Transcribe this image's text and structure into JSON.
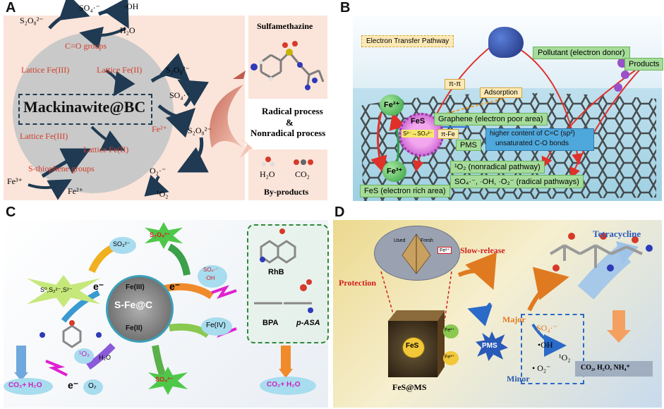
{
  "letters": {
    "a": "A",
    "b": "B",
    "c": "C",
    "d": "D"
  },
  "panel_a": {
    "s2o8_top": "S₂O₈²⁻",
    "so4_top": "SO₄·⁻",
    "oh_top": "·OH",
    "h2o_top": "H₂O",
    "co_groups": "C=O groups",
    "lattice_fe3_top": "Lattice Fe(III)",
    "lattice_fe2_top": "Lattice Fe(II)",
    "core_label": "Mackinawite@BC",
    "lattice_fe3_bottom": "Lattice Fe(III)",
    "lattice_fe2_bottom": "Lattice Fe(II)",
    "s_thiophene": "S-thiophene groups",
    "fe3": "Fe³⁺",
    "fe2": "Fe²⁺",
    "s2o8_right1": "S₂O₈²⁻",
    "so4_right": "SO₄·⁻",
    "fe2_right": "Fe²⁺",
    "s2o8_right2": "S₂O₈²⁻",
    "o2_radical": "O₂·⁻",
    "singlet_o2": "¹O₂",
    "sulfa_title": "Sulfamethazine",
    "process_line1": "Radical process",
    "process_line2": "&",
    "process_line3": "Nonradical process",
    "byprod_h2o": "H₂O",
    "byprod_co2": "CO₂",
    "byprod_title": "By-products"
  },
  "panel_b": {
    "etp": "Electron Transfer Pathway",
    "pollutant": "Pollutant (electron donor)",
    "products": "Products",
    "pipi": "π-π",
    "adsorption": "Adsorption",
    "fe2": "Fe²⁺",
    "fes": "FeS",
    "s_conv": "S²⁻→SO₄²⁻",
    "fe3": "Fe³⁺",
    "graphene": "Graphene (electron poor area)",
    "pife": "π-Fe",
    "cc_content": "higher content of C=C (sp²)",
    "unsat_co": "unsaturated C-O bonds",
    "pms": "PMS",
    "o2_path": "¹O₂ (nonradical pathway)",
    "radical_path": "SO₄·⁻, ·OH, ·O₂⁻ (radical pathways)",
    "fes_rich": "FeS (electron rich area)"
  },
  "panel_c": {
    "so3": "SO₃²⁻",
    "s2o8": "S₂O₈²⁻",
    "s_species": "S⁰,S₂²⁻,S²⁻",
    "e_left": "e⁻",
    "e_right": "e⁻",
    "fe3": "Fe(III)",
    "core": "S-Fe@C",
    "fe2": "Fe(II)",
    "so4_oh_1": "SO₄·⁻",
    "so4_oh_2": "·OH",
    "fe4": "Fe(IV)",
    "rhb": "RhB",
    "bpa": "BPA",
    "pasa": "p-ASA",
    "singlet": "¹O₂",
    "h2o": "H₂O",
    "co2_left": "CO₂+ H₂O",
    "e_bottom": "e⁻",
    "o2": "O₂",
    "so4_bottom": "SO₄²⁻",
    "co2_right": "CO₂+ H₂O"
  },
  "panel_d": {
    "used": "Used",
    "fresh": "Fresh",
    "fe_tag": "Fe²⁺",
    "slow_release": "Slow-release",
    "protection": "Protection",
    "fes": "FeS",
    "fe2": "Fe²⁺",
    "fe3": "Fe³⁺",
    "pms": "PMS",
    "major": "Major",
    "minor": "Minor",
    "fes_ms": "FeS@MS",
    "so4": "SO₄·⁻",
    "oh": "•OH",
    "singlet": "¹O₂",
    "o2": "• O₂⁻",
    "tetracycline": "Tetracycline",
    "products": "CO₂, H₂O, NH₄⁺"
  }
}
